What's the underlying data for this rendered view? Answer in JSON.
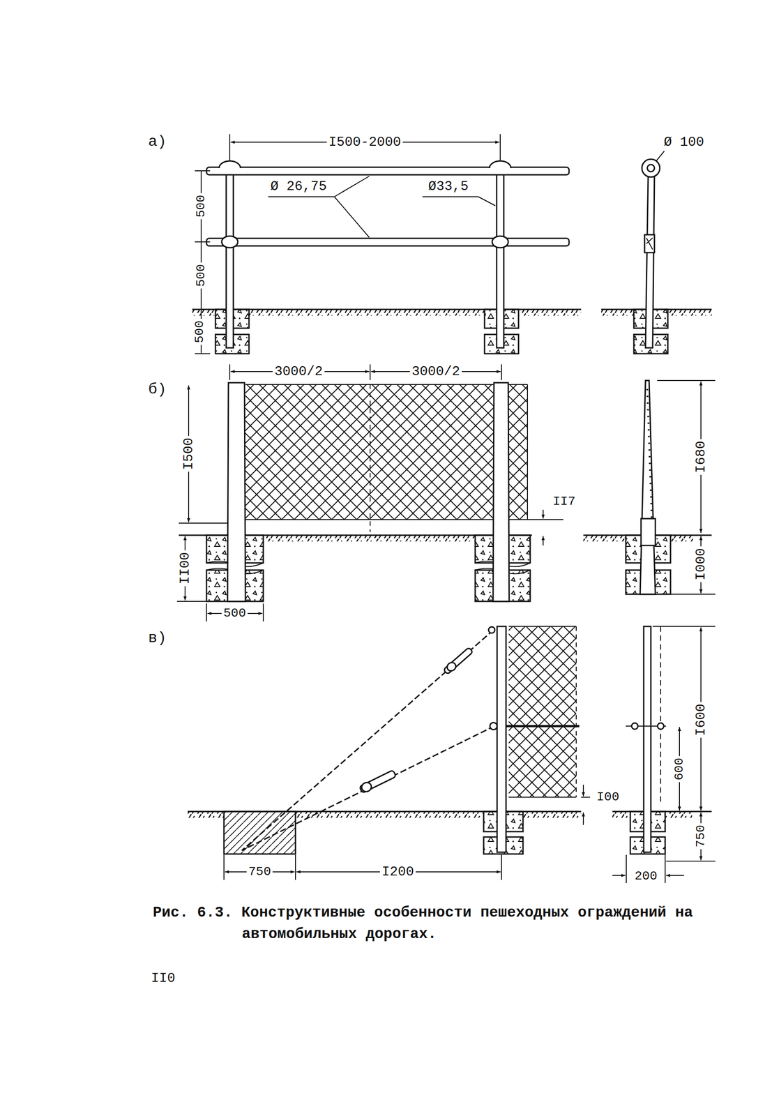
{
  "diagram": {
    "caption": "Рис. 6.3. Конструктивные особенности пешеходных ограждений на автомобильных дорогах.",
    "labels": [
      "а)",
      "I500-2000",
      "Ø 100",
      "500",
      "Ø 26,75",
      "Ø33,5",
      "500",
      "500",
      "б)",
      "3000/2",
      "3000/2",
      "I500",
      "II7",
      "I680",
      "II00",
      "I000",
      "500",
      "в)",
      "I600",
      "600",
      "I00",
      "750",
      "750",
      "I200",
      "200",
      "II0"
    ]
  }
}
